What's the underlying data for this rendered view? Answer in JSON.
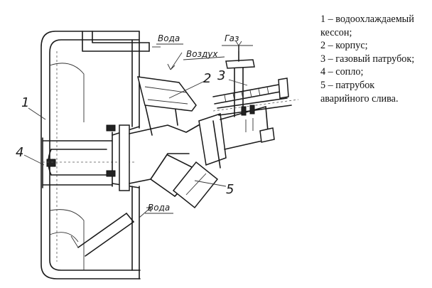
{
  "labels": {
    "water_top": "Вода",
    "air": "Воздух",
    "gas": "Газ",
    "water_bottom": "Вода",
    "num_1": "1",
    "num_2": "2",
    "num_3": "3",
    "num_4": "4",
    "num_5": "5"
  },
  "legend": [
    "1 – водоохлаждаемый",
    "кессон;",
    "2 – корпус;",
    "3 – газовый патрубок;",
    "4 – сопло;",
    "5 – патрубок",
    "аварийного слива."
  ]
}
